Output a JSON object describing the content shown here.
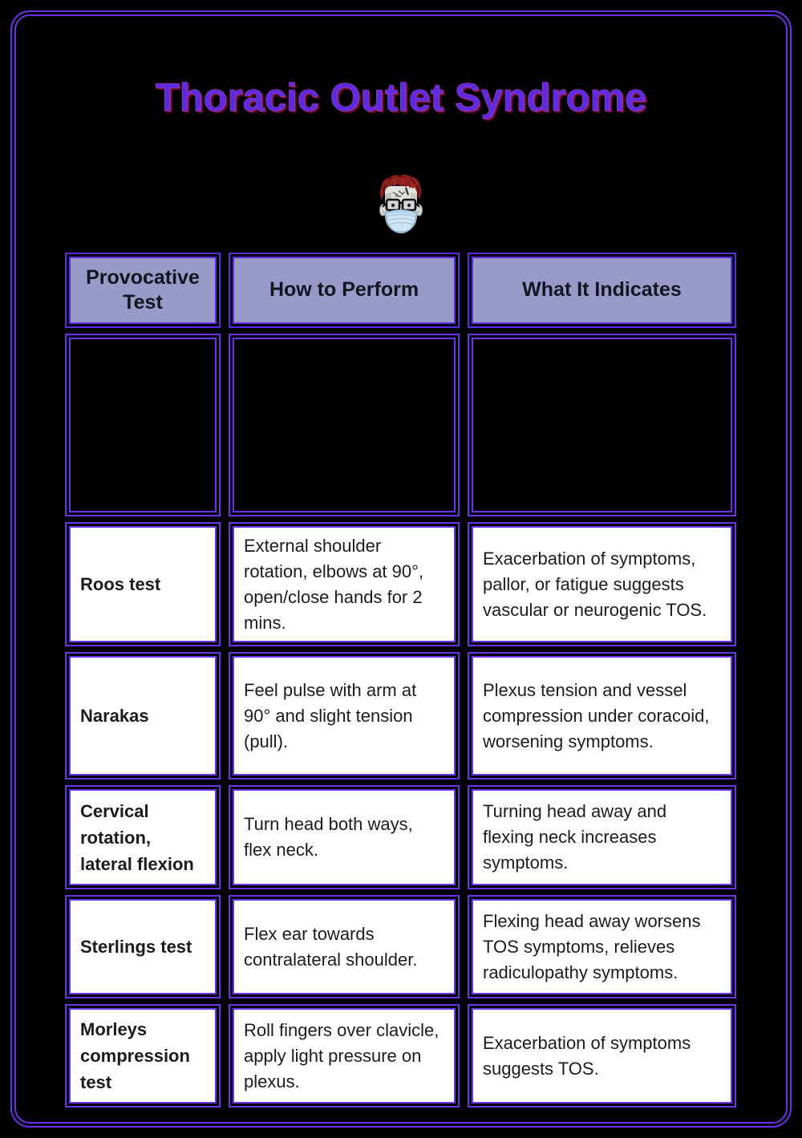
{
  "page": {
    "title": "Thoracic Outlet Syndrome"
  },
  "avatar": {
    "icon": "masked-face-avatar",
    "hair_color": "#8e2020",
    "mask_color": "#cfe4f4"
  },
  "colors": {
    "background": "#000000",
    "border_purple": "#6b2fe8",
    "header_fill": "#989ac8",
    "cell_fill": "#ffffff",
    "title_purple": "#5b2be2",
    "title_shadow": "#58102f",
    "text": "#1c1c1c"
  },
  "table": {
    "headers": [
      "Provocative Test",
      "How to Perform",
      "What It Indicates"
    ],
    "rows": [
      {
        "empty": true,
        "test": "",
        "how": "",
        "indicates": ""
      },
      {
        "empty": false,
        "test": "Roos test",
        "how": "External shoulder rotation, elbows at 90°, open/close hands for 2 mins.",
        "indicates": "Exacerbation of symptoms, pallor, or fatigue suggests vascular or neurogenic TOS."
      },
      {
        "empty": false,
        "test": "Narakas",
        "how": "Feel pulse with arm at 90° and slight tension (pull).",
        "indicates": "Plexus tension and vessel compression under coracoid, worsening symptoms."
      },
      {
        "empty": false,
        "test": "Cervical rotation, lateral flexion",
        "how": "Turn head both ways, flex neck.",
        "indicates": "Turning head away and flexing neck increases symptoms."
      },
      {
        "empty": false,
        "test": "Sterlings test",
        "how": "Flex ear towards contralateral shoulder.",
        "indicates": "Flexing head away worsens TOS symptoms, relieves radiculopathy symptoms."
      },
      {
        "empty": false,
        "test": "Morleys compression test",
        "how": "Roll fingers over clavicle, apply light pressure on plexus.",
        "indicates": "Exacerbation of symptoms suggests TOS."
      }
    ]
  }
}
